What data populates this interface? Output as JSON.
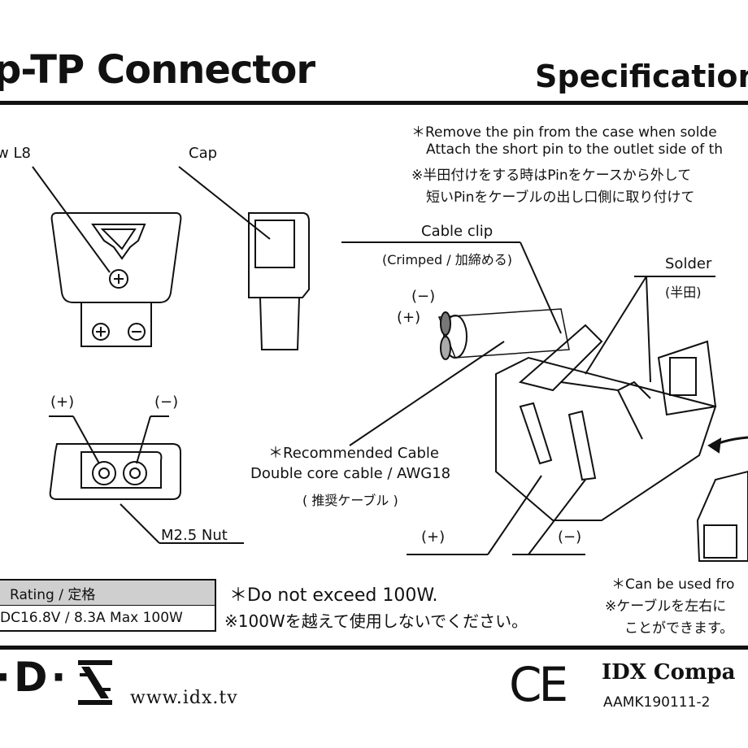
{
  "header": {
    "title": "p-TP Connector",
    "subtitle": "Specification"
  },
  "labels": {
    "screw": "w L8",
    "cap": "Cap",
    "plus_left": "(+)",
    "minus_left": "(−)",
    "nut": "M2.5 Nut",
    "cable_clip": "Cable clip",
    "crimped": "(Crimped / 加締める)",
    "solder": "Solder",
    "solder_jp": "(半田)",
    "cable_minus": "(−)",
    "cable_plus": "(+)",
    "recommended_1": "＊Recommended Cable",
    "recommended_2": "Double core cable / AWG18",
    "recommended_3": "( 推奨ケーブル )",
    "bottom_plus": "(+)",
    "bottom_minus": "(−)"
  },
  "notes": {
    "remove_pin": "＊Remove the pin from the case when solde",
    "attach_pin": "Attach the short pin to the outlet side of th",
    "jp_1": "※半田付けをする時はPinをケースから外して",
    "jp_2": "短いPinをケーブルの出し口側に取り付けて",
    "can_be_used": "＊Can be used fro",
    "cable_lr_jp": "※ケーブルを左右に",
    "can_do_jp": "ことができます。"
  },
  "rating": {
    "header": "Rating / 定格",
    "value": "DC16.8V / 8.3A  Max 100W"
  },
  "warning": {
    "en": "＊Do not exceed 100W.",
    "jp": "※100Wを越えて使用しないでください。"
  },
  "footer": {
    "logo": "·D·",
    "website": "www.idx.tv",
    "ce_mark": "CE",
    "company": "IDX Compa",
    "doc_code": "AAMK190111-2"
  }
}
